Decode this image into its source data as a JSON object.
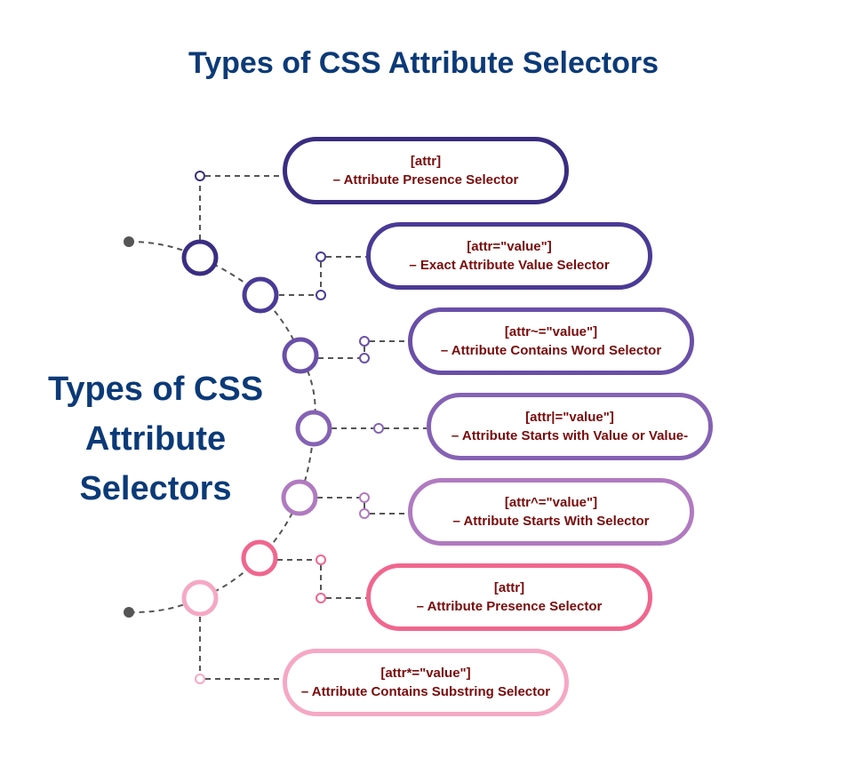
{
  "title": "Types of CSS Attribute Selectors",
  "side_title": "Types of CSS Attribute Selectors",
  "colors": {
    "title": "#0b3a78",
    "label_text": "#7a0c0c",
    "connector": "#555555",
    "end_dot": "#555555"
  },
  "selectors": [
    {
      "syntax": "[attr]",
      "description": "– Attribute Presence Selector",
      "color": "#3a2d82"
    },
    {
      "syntax": "[attr=\"value\"]",
      "description": "– Exact Attribute Value Selector",
      "color": "#4a3a96"
    },
    {
      "syntax": "[attr~=\"value\"]",
      "description": "– Attribute Contains Word Selector",
      "color": "#6a4fa8"
    },
    {
      "syntax": "[attr|=\"value\"]",
      "description": "– Attribute Starts with Value or Value-",
      "color": "#8562b4"
    },
    {
      "syntax": "[attr^=\"value\"]",
      "description": "– Attribute Starts With Selector",
      "color": "#b07ac0"
    },
    {
      "syntax": "[attr]",
      "description": "– Attribute Presence Selector",
      "color": "#f0668e"
    },
    {
      "syntax": "[attr*=\"value\"]",
      "description": "– Attribute Contains Substring Selector",
      "color": "#f5a8c4"
    }
  ]
}
